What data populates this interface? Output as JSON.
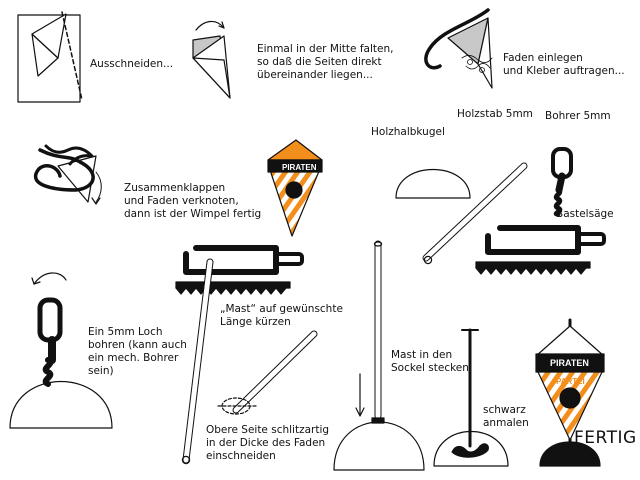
{
  "colors": {
    "ink": "#111111",
    "orange": "#f28e1c",
    "paper_gray": "#c8c8c8",
    "white": "#ffffff"
  },
  "icons": [
    "scissors-line",
    "fold-arrow",
    "thread",
    "hemisphere",
    "saw",
    "drill",
    "rod",
    "pennant-logo"
  ],
  "steps": {
    "cut": "Ausschneiden...",
    "fold": "Einmal in der Mitte falten,\nso daß die Seiten direkt\nübereinander liegen...",
    "thread": "Faden einlegen\nund Kleber auftragen...",
    "close": "Zusammenklappen\nund Faden verknoten,\ndann ist der Wimpel fertig",
    "hemisphere": "Holzhalbkugel",
    "rod": "Holzstab 5mm",
    "drill": "Bohrer 5mm",
    "saw": "Bastelsäge",
    "hole": "Ein 5mm Loch\nbohren (kann auch\nein mech. Bohrer\nsein)",
    "mast": "„Mast“ auf gewünschte\nLänge kürzen",
    "slot": "Obere Seite schlitzartig\nin der Dicke des Faden\neinschneiden",
    "insert": "Mast in den\nSockel stecken",
    "paint": "schwarz\nanmalen",
    "done": "FERTIG"
  },
  "pennant": {
    "line1": "PIRATEN",
    "line2": "PARTEI"
  }
}
